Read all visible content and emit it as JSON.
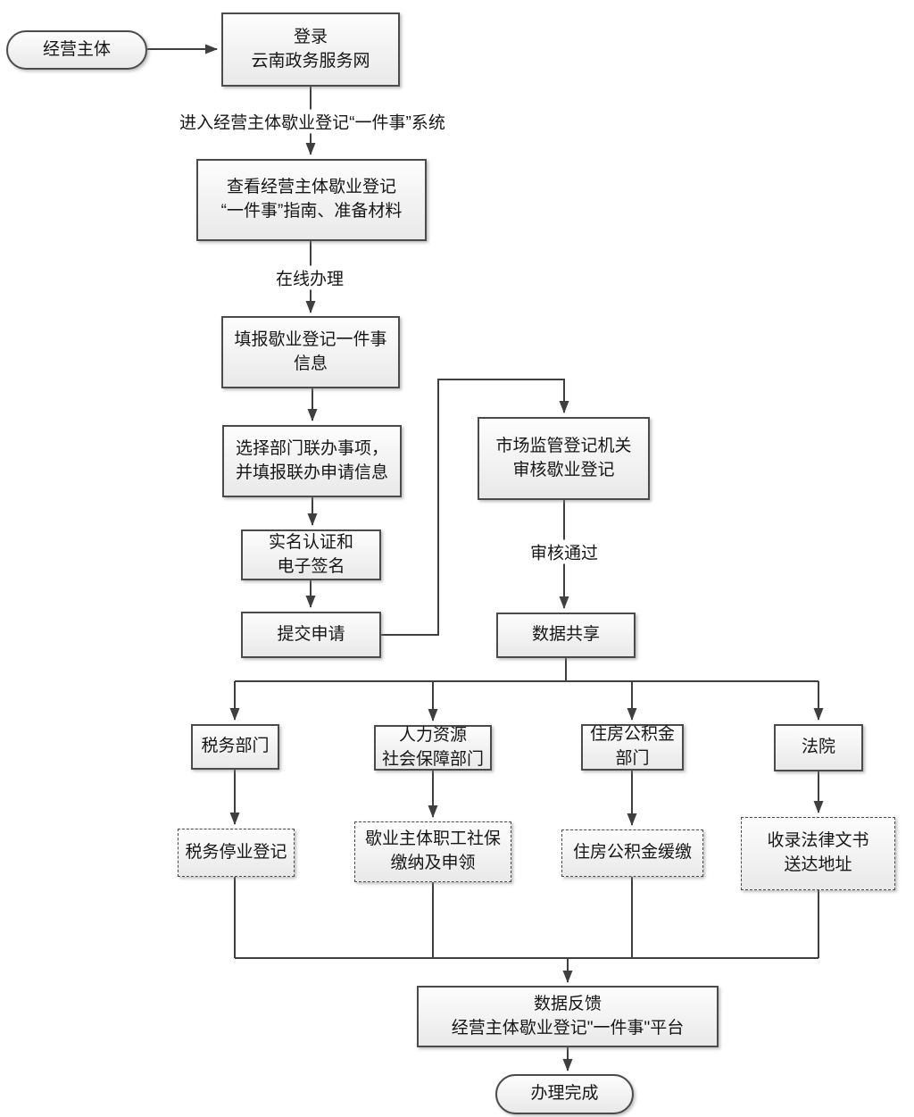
{
  "colors": {
    "line": "#3f3f3f",
    "box_border": "#4b4b4b",
    "box_fill_top": "#fdfdfd",
    "box_fill_bottom": "#e9e9e9",
    "text": "#161616",
    "background": "#ffffff"
  },
  "nodes": {
    "start": {
      "label": "经营主体"
    },
    "login": {
      "lines": [
        "登录",
        "云南政务服务网"
      ]
    },
    "guide": {
      "lines": [
        "查看经营主体歇业登记",
        "“一件事”指南、准备材料"
      ]
    },
    "fill_info": {
      "lines": [
        "填报歇业登记一件事",
        "信息"
      ]
    },
    "select_items": {
      "lines": [
        "选择部门联办事项，",
        "并填报联办申请信息"
      ]
    },
    "realname": {
      "lines": [
        "实名认证和",
        "电子签名"
      ]
    },
    "submit": {
      "label": "提交申请"
    },
    "review": {
      "lines": [
        "市场监管登记机关",
        "审核歇业登记"
      ]
    },
    "share": {
      "label": "数据共享"
    },
    "tax_dept": {
      "label": "税务部门"
    },
    "hr_dept": {
      "lines": [
        "人力资源",
        "社会保障部门"
      ]
    },
    "fund_dept": {
      "lines": [
        "住房公积金",
        "部门"
      ]
    },
    "court": {
      "label": "法院"
    },
    "tax_task": {
      "label": "税务停业登记"
    },
    "social_task": {
      "lines": [
        "歇业主体职工社保",
        "缴纳及申领"
      ]
    },
    "fund_task": {
      "label": "住房公积金缓缴"
    },
    "court_task": {
      "lines": [
        "收录法律文书",
        "送达地址"
      ]
    },
    "feedback": {
      "lines": [
        "数据反馈",
        "经营主体歇业登记\"一件事\"平台"
      ]
    },
    "end": {
      "label": "办理完成"
    }
  },
  "edge_labels": {
    "enter_system": "进入经营主体歇业登记“一件事”系统",
    "online": "在线办理",
    "approved": "审核通过"
  }
}
